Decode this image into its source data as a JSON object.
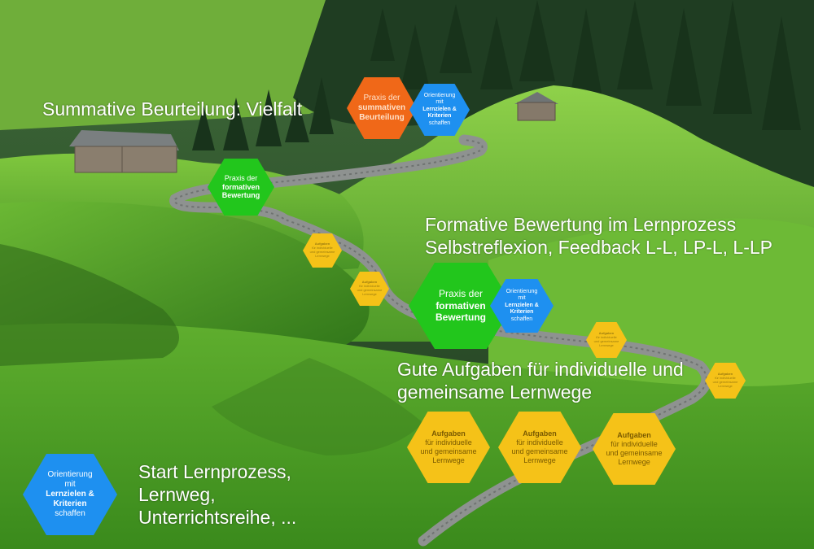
{
  "colors": {
    "sky": "#2c4a2a",
    "meadow_light": "#7cc43a",
    "meadow_dark": "#2f6d1a",
    "forest": "#1d3a1f",
    "road": "#8e9290",
    "green_hex": "#22c61c",
    "blue_hex": "#1e90f0",
    "yellow_hex": "#f5c218",
    "orange_hex": "#f06818",
    "caption_text": "#ffffff"
  },
  "captions": {
    "summative": [
      "Summative Beurteilung: Vielfalt"
    ],
    "formative": [
      "Formative Bewertung im Lernprozess",
      "Selbstreflexion, Feedback L-L, LP-L, L-LP"
    ],
    "tasks": [
      "Gute Aufgaben für individuelle und",
      "gemeinsame Lernwege"
    ],
    "start": [
      "Start Lernprozess,",
      "Lernweg,",
      "Unterrichtsreihe, ..."
    ]
  },
  "hexagons": {
    "summative_practice": {
      "line1": "Praxis der",
      "line2": "summativen",
      "line3": "Beurteilung"
    },
    "orientation_top": {
      "line1": "Orientierung",
      "line2": "mit",
      "line3": "Lernzielen &",
      "line4": "Kriterien",
      "line5": "schaffen"
    },
    "formative_practice_small": {
      "line1": "Praxis der",
      "line2": "formativen",
      "line3": "Bewertung"
    },
    "formative_practice_large": {
      "line1": "Praxis der",
      "line2": "formativen",
      "line3": "Bewertung"
    },
    "orientation_mid": {
      "line1": "Orientierung",
      "line2": "mit",
      "line3": "Lernzielen &",
      "line4": "Kriterien",
      "line5": "schaffen"
    },
    "orientation_start": {
      "line1": "Orientierung",
      "line2": "mit",
      "line3": "Lernzielen &",
      "line4": "Kriterien",
      "line5": "schaffen"
    },
    "task_large": {
      "line1": "Aufgaben",
      "line2": "für individuelle",
      "line3": "und gemeinsame",
      "line4": "Lernwege"
    },
    "task_small": {
      "line1": "Aufgaben",
      "line2": "für individuelle",
      "line3": "und gemeinsame",
      "line4": "Lernwege"
    }
  }
}
